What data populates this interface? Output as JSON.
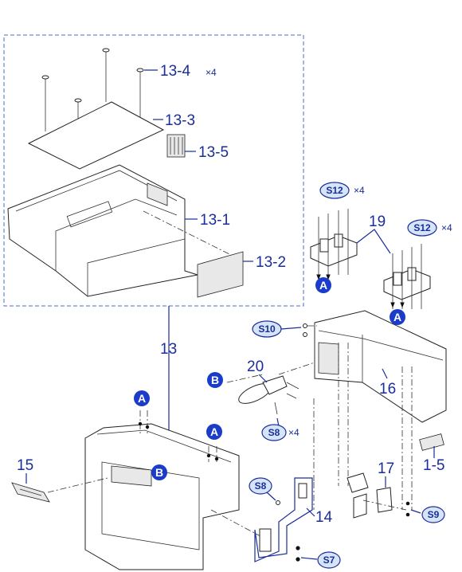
{
  "callouts": {
    "p13": "13",
    "p13_1": "13-1",
    "p13_2": "13-2",
    "p13_3": "13-3",
    "p13_4": "13-4",
    "p13_5": "13-5",
    "p14": "14",
    "p15": "15",
    "p16": "16",
    "p17": "17",
    "p19": "19",
    "p20": "20",
    "p1_5": "1-5"
  },
  "quantities": {
    "x4": "×4"
  },
  "screws": {
    "s7": "S7",
    "s8": "S8",
    "s9": "S9",
    "s10": "S10",
    "s12": "S12"
  },
  "markers": {
    "a": "A",
    "b": "B"
  },
  "colors": {
    "callout": "#1a2d9a",
    "marker_fill": "#1a3cc8",
    "screw_circle_fill": "#d6e4f7",
    "frame_dash": "#4a6fc8"
  }
}
